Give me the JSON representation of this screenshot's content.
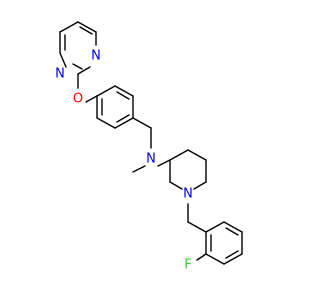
{
  "structure": {
    "atom_labels": {
      "pyrimidine_n1": "N",
      "pyrimidine_n3": "N",
      "ether_o": "O",
      "amine_n": "N",
      "piperidine_n": "N",
      "fluorine": "F"
    }
  },
  "colors": {
    "bond": "#000000",
    "nitrogen": "#0000ff",
    "oxygen": "#ff0000",
    "fluorine": "#33cc33"
  }
}
